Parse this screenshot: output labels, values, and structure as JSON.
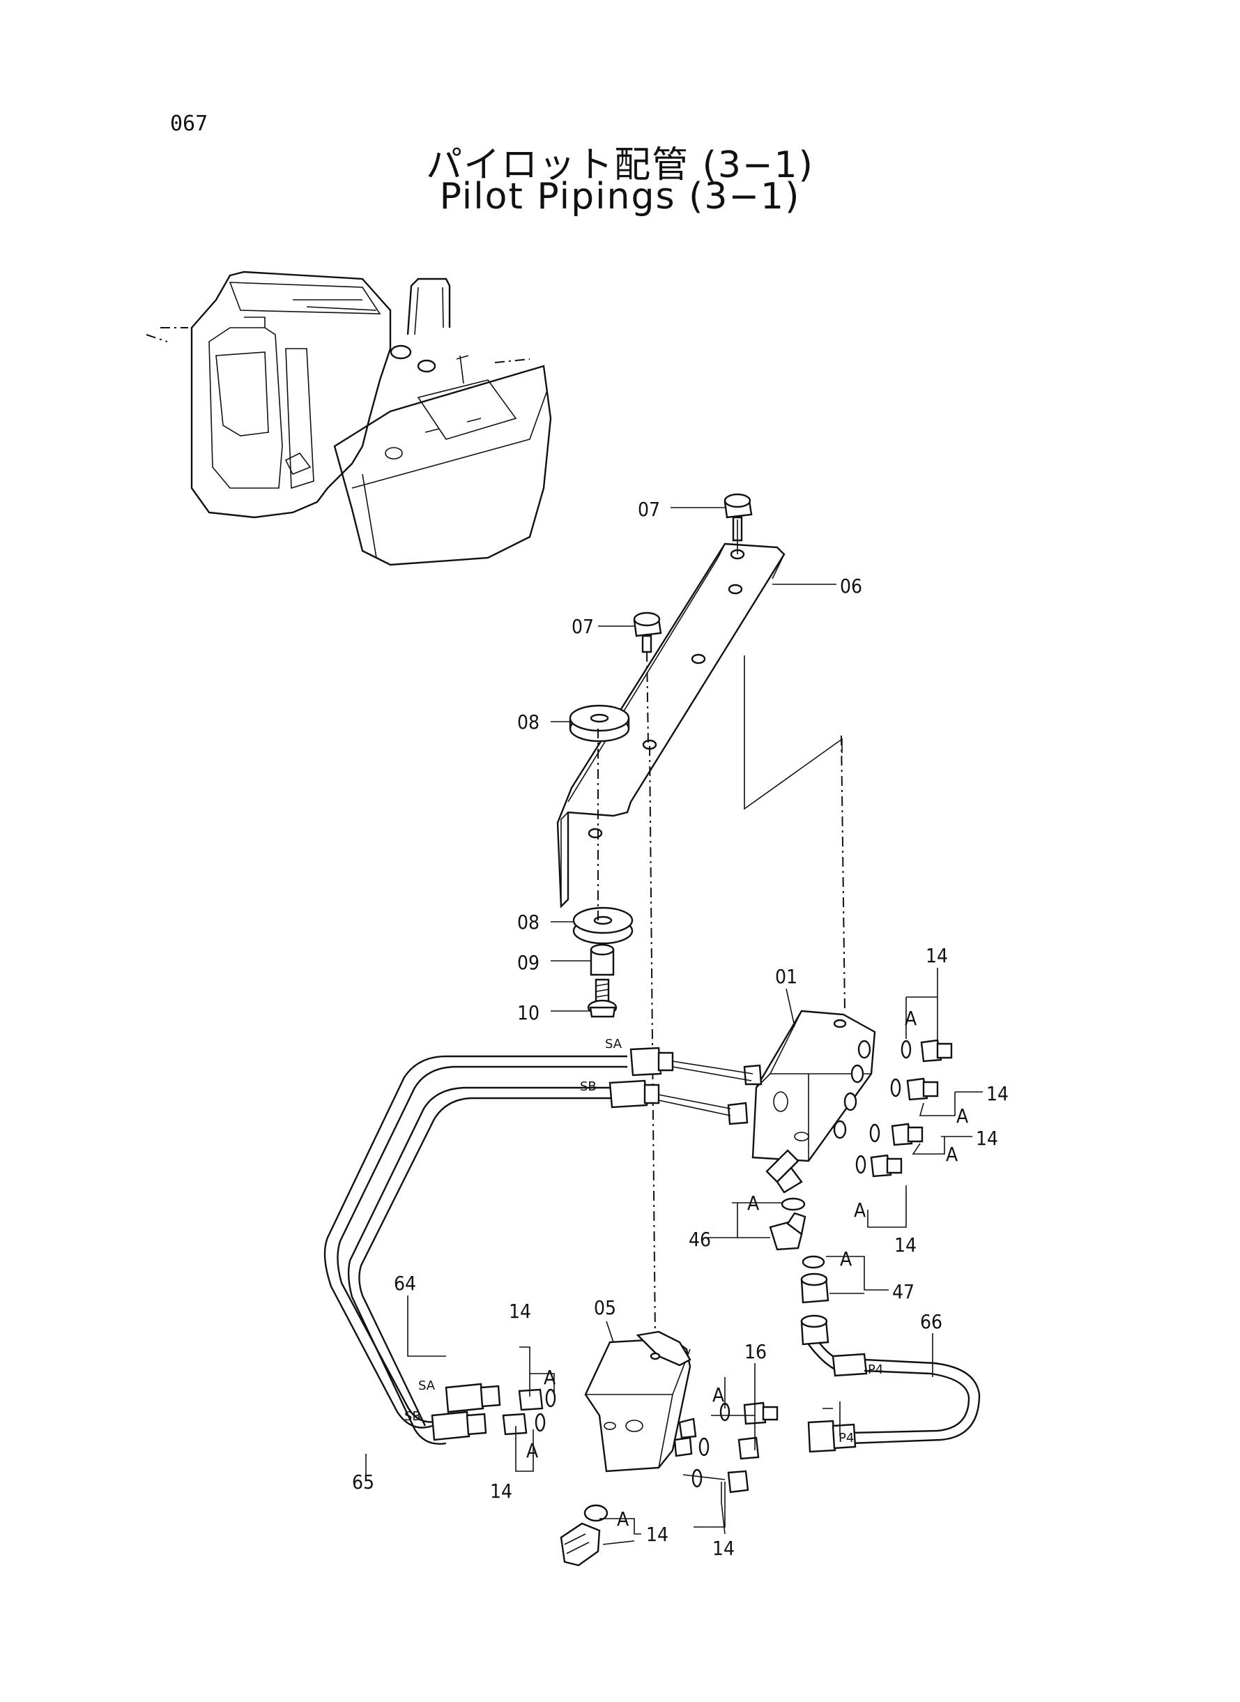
{
  "page_number": "067",
  "title_jp": "パイロット配管 (3−1)",
  "title_en": "Pilot Pipings (3−1)",
  "callouts": {
    "c01": "01",
    "c05": "05",
    "c06": "06",
    "c07a": "07",
    "c07b": "07",
    "c08a": "08",
    "c08b": "08",
    "c09": "09",
    "c10": "10",
    "c14a": "14",
    "c14b": "14",
    "c14c": "14",
    "c14d": "14",
    "c14e": "14",
    "c14f": "14",
    "c14g": "14",
    "c14h": "14",
    "c16": "16",
    "c46": "46",
    "c47": "47",
    "c64": "64",
    "c65": "65",
    "c66": "66"
  },
  "port_labels": {
    "sa1": "SA",
    "sb1": "SB",
    "sa2": "SA",
    "sb2": "SB",
    "p4a": "P4",
    "p4b": "P4"
  },
  "detail_marks": [
    "A",
    "A",
    "A",
    "A",
    "A",
    "A",
    "A",
    "A",
    "A",
    "A"
  ]
}
